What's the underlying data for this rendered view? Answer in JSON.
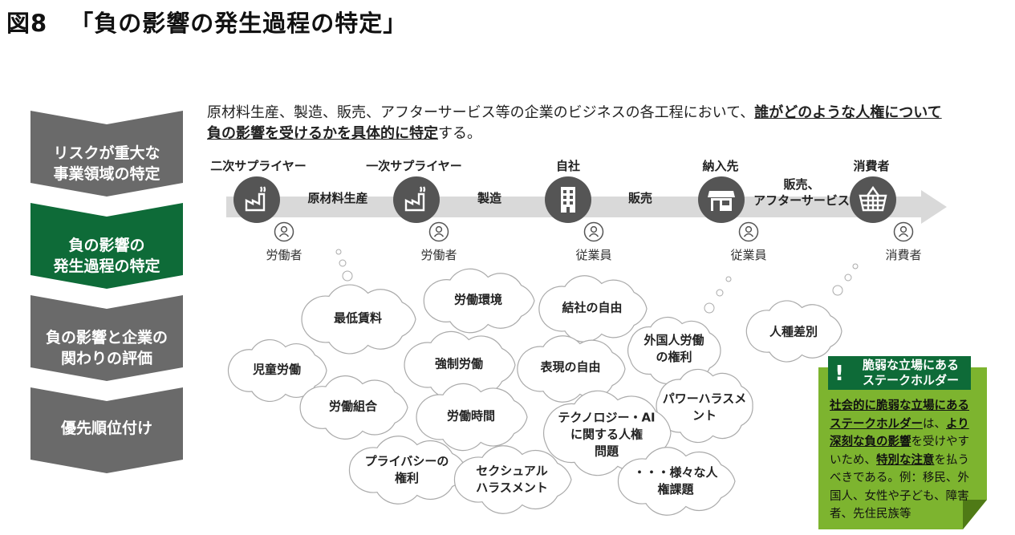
{
  "title": {
    "number": "図8",
    "text": "「負の影響の発生過程の特定」"
  },
  "steps": [
    {
      "label": "リスクが重大な\n事業領域の特定",
      "active": false
    },
    {
      "label": "負の影響の\n発生過程の特定",
      "active": true
    },
    {
      "label": "負の影響と企業の\n関わりの評価",
      "active": false
    },
    {
      "label": "優先順位付け",
      "active": false
    }
  ],
  "intro": {
    "part1": "原材料生産、製造、販売、アフターサービス等の企業のビジネスの各工程において、",
    "emph1": "誰がどのような人権について",
    "emph2": "負の影響を受けるかを具体的に特定",
    "part2": "する。"
  },
  "value_chain": {
    "stages": [
      {
        "name": "二次サプライヤー",
        "icon": "factory-icon",
        "role": "労働者"
      },
      {
        "name": "一次サプライヤー",
        "icon": "factory-icon",
        "role": "労働者"
      },
      {
        "name": "自社",
        "icon": "office-building-icon",
        "role": "従業員"
      },
      {
        "name": "納入先",
        "icon": "storefront-icon",
        "role": "従業員"
      },
      {
        "name": "消費者",
        "icon": "shopping-basket-icon",
        "role": "消費者"
      }
    ],
    "flows": [
      "原材料生産",
      "製造",
      "販売",
      "販売、\nアフターサービス"
    ]
  },
  "issues": [
    "最低賃料",
    "労働環境",
    "結社の自由",
    "人種差別",
    "外国人労働\nの権利",
    "児童労働",
    "強制労働",
    "表現の自由",
    "労働組合",
    "労働時間",
    "パワーハラスメ\nント",
    "テクノロジー・AI\nに関する人権\n問題",
    "プライバシーの\n権利",
    "セクシュアル\nハラスメント",
    "・・・様々な人\n権課題"
  ],
  "callout": {
    "icon": "exclamation-icon",
    "heading": "脆弱な立場にある\nステークホルダー",
    "b1": "社会的に脆弱な立場にあるステークホルダー",
    "t1": "は、",
    "b2": "より深刻な負の影響",
    "t2": "を受けやすいため、",
    "b3": "特別な注意",
    "t3": "を払うべきである。例：移民、外国人、女性や子ども、障害者、先住民族等"
  },
  "colors": {
    "active": "#0e6b38",
    "inactive": "#6a6a6a",
    "callout": "#7db42f",
    "arrow": "#d9d9d9"
  }
}
